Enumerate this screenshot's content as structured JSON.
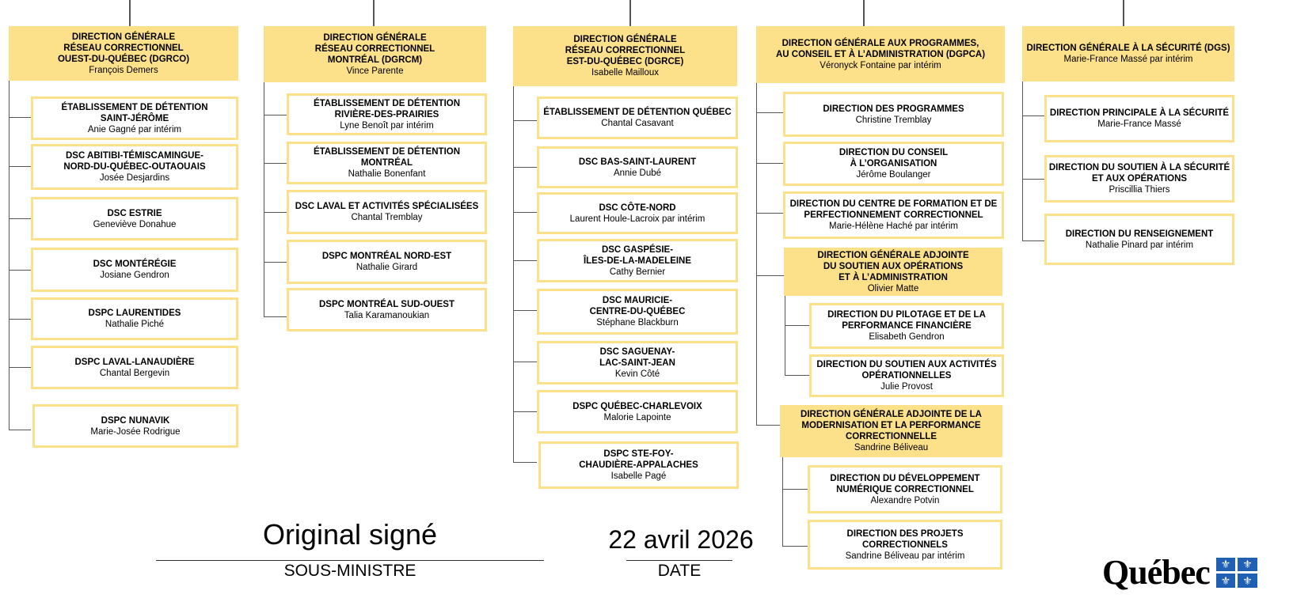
{
  "columns": [
    {
      "header": {
        "title": "DIRECTION GÉNÉRALE\nRÉSEAU CORRECTIONNEL\nOUEST-DU-QUÉBEC (DGRCO)",
        "person": "François Demers"
      },
      "items": [
        {
          "title": "ÉTABLISSEMENT DE DÉTENTION\nSAINT-JÉRÔME",
          "person": "Anie Gagné par intérim"
        },
        {
          "title": "DSC ABITIBI-TÉMISCAMINGUE-\nNORD-DU-QUÉBEC-OUTAOUAIS",
          "person": "Josée Desjardins"
        },
        {
          "title": "DSC ESTRIE",
          "person": "Geneviève Donahue"
        },
        {
          "title": "DSC MONTÉRÉGIE",
          "person": "Josiane Gendron"
        },
        {
          "title": "DSPC LAURENTIDES",
          "person": "Nathalie Piché"
        },
        {
          "title": "DSPC LAVAL-LANAUDIÈRE",
          "person": "Chantal Bergevin"
        },
        {
          "title": "DSPC NUNAVIK",
          "person": "Marie-Josée Rodrigue"
        }
      ]
    },
    {
      "header": {
        "title": "DIRECTION GÉNÉRALE\nRÉSEAU CORRECTIONNEL\nMONTRÉAL (DGRCM)",
        "person": "Vince Parente"
      },
      "items": [
        {
          "title": "ÉTABLISSEMENT DE DÉTENTION\nRIVIÈRE-DES-PRAIRIES",
          "person": "Lyne Benoît par intérim"
        },
        {
          "title": "ÉTABLISSEMENT DE DÉTENTION\nMONTRÉAL",
          "person": "Nathalie Bonenfant"
        },
        {
          "title": "DSC LAVAL ET ACTIVITÉS SPÉCIALISÉES",
          "person": "Chantal Tremblay"
        },
        {
          "title": "DSPC MONTRÉAL NORD-EST",
          "person": "Nathalie Girard"
        },
        {
          "title": "DSPC MONTRÉAL SUD-OUEST",
          "person": "Talia Karamanoukian"
        }
      ]
    },
    {
      "header": {
        "title": "DIRECTION GÉNÉRALE\nRÉSEAU CORRECTIONNEL\nEST-DU-QUÉBEC (DGRCE)",
        "person": "Isabelle Mailloux"
      },
      "items": [
        {
          "title": "ÉTABLISSEMENT DE DÉTENTION QUÉBEC",
          "person": "Chantal Casavant"
        },
        {
          "title": "DSC BAS-SAINT-LAURENT",
          "person": "Annie Dubé"
        },
        {
          "title": "DSC CÔTE-NORD",
          "person": "Laurent Houle-Lacroix par intérim"
        },
        {
          "title": "DSC GASPÉSIE-\nÎLES-DE-LA-MADELEINE",
          "person": "Cathy Bernier"
        },
        {
          "title": "DSC MAURICIE-\nCENTRE-DU-QUÉBEC",
          "person": "Stéphane Blackburn"
        },
        {
          "title": "DSC SAGUENAY-\nLAC-SAINT-JEAN",
          "person": "Kevin Côté"
        },
        {
          "title": "DSPC QUÉBEC-CHARLEVOIX",
          "person": "Malorie Lapointe"
        },
        {
          "title": "DSPC STE-FOY-\nCHAUDIÈRE-APPALACHES",
          "person": "Isabelle Pagé"
        }
      ]
    },
    {
      "header": {
        "title": "DIRECTION GÉNÉRALE AUX PROGRAMMES,\nAU CONSEIL ET À L’ADMINISTRATION (DGPCA)",
        "person": "Véronyck Fontaine par intérim"
      },
      "items": [
        {
          "title": "DIRECTION DES PROGRAMMES",
          "person": "Christine Tremblay"
        },
        {
          "title": "DIRECTION DU CONSEIL\nÀ L’ORGANISATION",
          "person": "Jérôme Boulanger"
        },
        {
          "title": "DIRECTION DU CENTRE DE FORMATION ET DE\nPERFECTIONNEMENT CORRECTIONNEL",
          "person": "Marie-Hélène Haché par intérim"
        }
      ],
      "sub_units": [
        {
          "header": {
            "title": "DIRECTION GÉNÉRALE ADJOINTE\nDU SOUTIEN AUX OPÉRATIONS\nET À L’ADMINISTRATION",
            "person": "Olivier Matte"
          },
          "items": [
            {
              "title": "DIRECTION DU PILOTAGE ET DE LA\nPERFORMANCE FINANCIÈRE",
              "person": "Elisabeth Gendron"
            },
            {
              "title": "DIRECTION DU SOUTIEN AUX ACTIVITÉS\nOPÉRATIONNELLES",
              "person": "Julie Provost"
            }
          ]
        },
        {
          "header": {
            "title": "DIRECTION GÉNÉRALE ADJOINTE DE LA\nMODERNISATION ET LA PERFORMANCE\nCORRECTIONNELLE",
            "person": "Sandrine Béliveau"
          },
          "items": [
            {
              "title": "DIRECTION DU DÉVELOPPEMENT\nNUMÉRIQUE CORRECTIONNEL",
              "person": "Alexandre Potvin"
            },
            {
              "title": "DIRECTION DES PROJETS\nCORRECTIONNELS",
              "person": "Sandrine Béliveau par intérim"
            }
          ]
        }
      ]
    },
    {
      "header": {
        "title": "DIRECTION GÉNÉRALE À LA SÉCURITÉ (DGS)",
        "person": "Marie-France Massé par intérim"
      },
      "items": [
        {
          "title": "DIRECTION PRINCIPALE À LA SÉCURITÉ",
          "person": "Marie-France Massé"
        },
        {
          "title": "DIRECTION DU SOUTIEN À LA SÉCURITÉ\nET AUX OPÉRATIONS",
          "person": "Priscillia Thiers"
        },
        {
          "title": "DIRECTION DU RENSEIGNEMENT",
          "person": "Nathalie Pinard par intérim"
        }
      ]
    }
  ],
  "signature": {
    "signed_text": "Original signé",
    "signer_label": "SOUS-MINISTRE",
    "date_value": "22 avril 2026",
    "date_label": "DATE"
  },
  "logo": {
    "wordmark": "Québec",
    "flag_symbol": "⚜"
  },
  "colors": {
    "header_fill": "#fde08a",
    "box_border": "#fde08a",
    "connector": "#555555"
  }
}
